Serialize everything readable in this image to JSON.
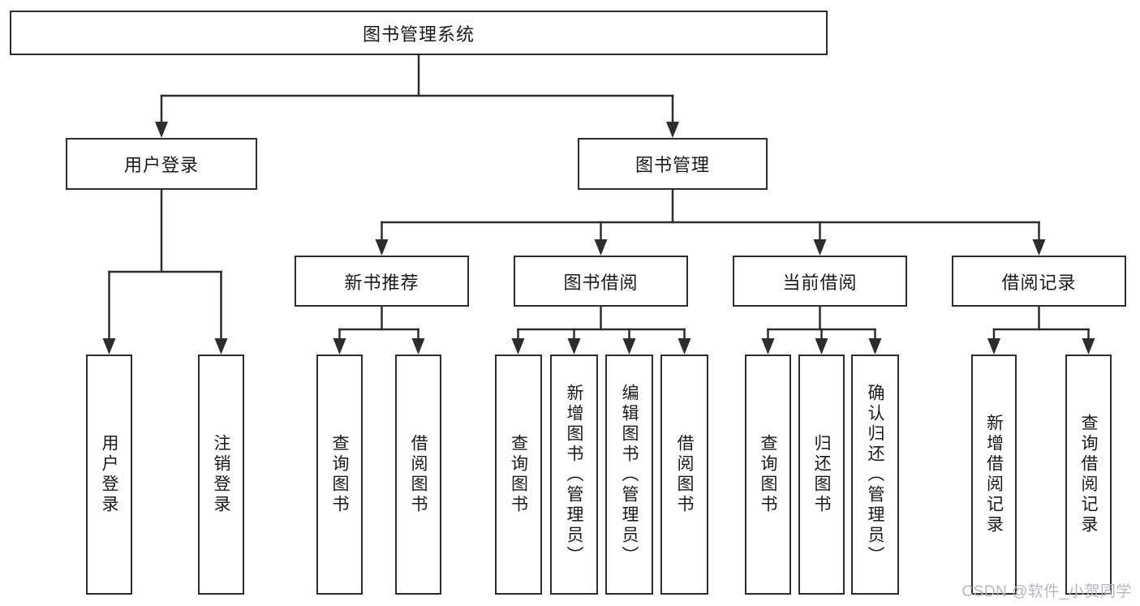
{
  "colors": {
    "line": "#2d2d2d",
    "text": "#1a1a1a",
    "background": "#ffffff",
    "watermark": "#b4b8be"
  },
  "nodes": {
    "root": "图书管理系统",
    "level2": [
      "用户登录",
      "图书管理"
    ],
    "level3": [
      "新书推荐",
      "图书借阅",
      "当前借阅",
      "借阅记录"
    ],
    "level4": {
      "user_login": [
        "用户登录",
        "注销登录"
      ],
      "new_book_recommend": [
        "查询图书",
        "借阅图书"
      ],
      "book_borrow": [
        "查询图书",
        "新增图书（管理员）",
        "编辑图书（管理员）",
        "借阅图书"
      ],
      "current_borrow": [
        "查询图书",
        "归还图书",
        "确认归还（管理员）"
      ],
      "borrow_record": [
        "新增借阅记录",
        "查询借阅记录"
      ]
    }
  },
  "watermark": "CSDN @软件_小贺同学"
}
